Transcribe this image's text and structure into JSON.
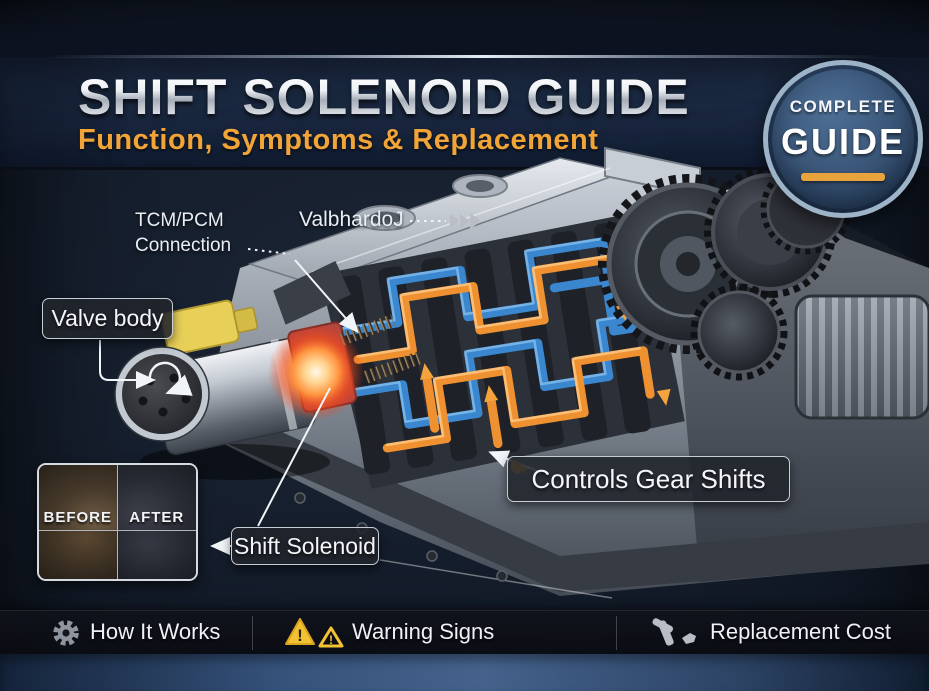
{
  "header": {
    "title": "SHIFT SOLENOID GUIDE",
    "subtitle": "Function, Symptoms & Replacement"
  },
  "badge": {
    "line1": "COMPLETE",
    "line2": "GUIDE"
  },
  "callouts": {
    "tcm_line1": "TCM/PCM",
    "tcm_line2": "Connection",
    "top_part": "ValbhardoJ",
    "valve_body": "Valve body",
    "controls_gear_shifts": "Controls Gear Shifts",
    "shift_solenoid": "Shift Solenoid"
  },
  "comparison": {
    "before": "BEFORE",
    "after": "AFTER"
  },
  "footer": {
    "items": [
      {
        "icon": "gear-icon",
        "label": "How It Works"
      },
      {
        "icon": "warning-icon",
        "label": "Warning Signs"
      },
      {
        "icon": "tools-icon",
        "label": "Replacement Cost"
      }
    ]
  },
  "colors": {
    "accent_orange": "#f2a437",
    "badge_blue": "#3d5c80",
    "tube_orange": "#ef9130",
    "tube_blue": "#3a87cf",
    "warning_yellow": "#f2c233",
    "banner_navy": "#20304c"
  }
}
